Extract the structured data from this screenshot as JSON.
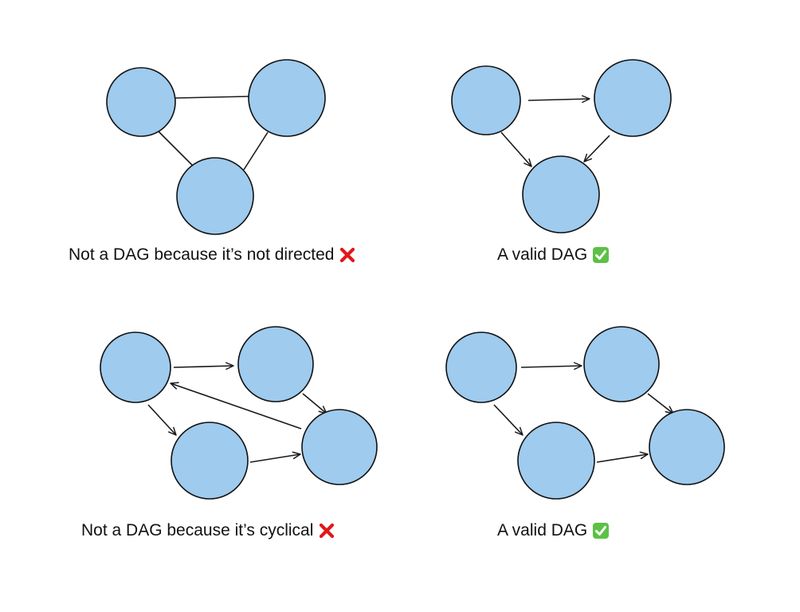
{
  "colors": {
    "node_fill": "#9ecbee",
    "node_stroke": "#111111",
    "edge": "#1a1a1a",
    "cross_mark": "#e0181b",
    "check_mark": "#5cc146"
  },
  "panels": [
    {
      "caption": "Not a DAG because it’s not directed",
      "mark": "cross-mark-icon",
      "directed": false
    },
    {
      "caption": "A valid DAG",
      "mark": "check-mark-icon",
      "directed": true
    },
    {
      "caption": "Not a DAG because it’s cyclical",
      "mark": "cross-mark-icon",
      "directed": true
    },
    {
      "caption": "A valid DAG",
      "mark": "check-mark-icon",
      "directed": true
    }
  ]
}
